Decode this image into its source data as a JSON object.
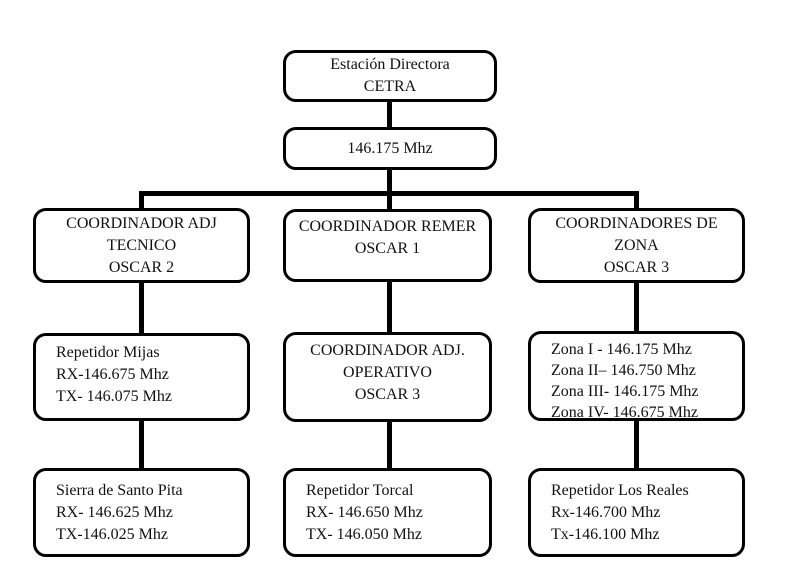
{
  "colors": {
    "box_border": "#000000",
    "connector": "#000000",
    "text": "#111111",
    "background": "#ffffff"
  },
  "nodes": {
    "estacion_directora": {
      "lines": [
        "Estación Directora",
        "CETRA"
      ]
    },
    "frecuencia": {
      "lines": [
        "146.175 Mhz"
      ]
    },
    "coord_adj_tecnico": {
      "lines": [
        "COORDINADOR ADJ",
        "TECNICO",
        "OSCAR 2"
      ]
    },
    "coord_remer": {
      "lines": [
        "COORDINADOR REMER",
        "OSCAR 1"
      ]
    },
    "coord_zona": {
      "lines": [
        "COORDINADORES DE",
        "ZONA",
        "OSCAR 3"
      ]
    },
    "repetidor_mijas": {
      "lines": [
        "Repetidor Mijas",
        "RX-146.675 Mhz",
        "TX- 146.075 Mhz"
      ]
    },
    "coord_adj_operativo": {
      "lines": [
        "COORDINADOR ADJ.",
        "OPERATIVO",
        "OSCAR 3"
      ]
    },
    "zonas": {
      "lines": [
        "Zona I - 146.175 Mhz",
        "Zona II– 146.750 Mhz",
        "Zona III- 146.175 Mhz",
        "Zona IV- 146.675 Mhz"
      ]
    },
    "sierra_santo_pita": {
      "lines": [
        "Sierra de Santo Pita",
        "RX- 146.625 Mhz",
        "TX-146.025 Mhz"
      ]
    },
    "repetidor_torcal": {
      "lines": [
        "Repetidor Torcal",
        "RX- 146.650 Mhz",
        "TX- 146.050 Mhz"
      ]
    },
    "repetidor_los_reales": {
      "lines": [
        "Repetidor Los Reales",
        "Rx-146.700 Mhz",
        "Tx-146.100 Mhz"
      ]
    }
  },
  "edges": [
    [
      "estacion_directora",
      "frecuencia"
    ],
    [
      "frecuencia",
      "coord_adj_tecnico"
    ],
    [
      "frecuencia",
      "coord_remer"
    ],
    [
      "frecuencia",
      "coord_zona"
    ],
    [
      "coord_adj_tecnico",
      "repetidor_mijas"
    ],
    [
      "coord_remer",
      "coord_adj_operativo"
    ],
    [
      "coord_zona",
      "zonas"
    ],
    [
      "repetidor_mijas",
      "sierra_santo_pita"
    ],
    [
      "coord_adj_operativo",
      "repetidor_torcal"
    ],
    [
      "zonas",
      "repetidor_los_reales"
    ]
  ]
}
